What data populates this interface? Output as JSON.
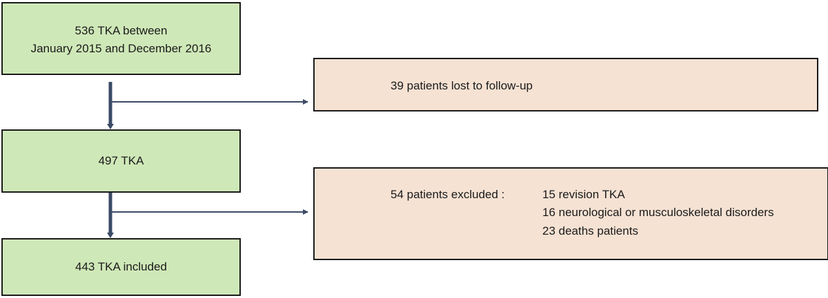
{
  "nodes": {
    "initial": {
      "line1": "536 TKA between",
      "line2": "January 2015 and December 2016"
    },
    "lost": {
      "text": "39 patients lost to follow-up"
    },
    "middle": {
      "text": "497 TKA"
    },
    "excluded": {
      "lead": "54 patients excluded :",
      "reasons": [
        "15 revision TKA",
        "16 neurological or musculoskeletal disorders",
        "23 deaths patients"
      ]
    },
    "final": {
      "text": "443 TKA included"
    }
  },
  "colors": {
    "included_fill": "#cfe8b8",
    "excluded_fill": "#f5e2d3",
    "stroke": "#1a1a1a",
    "arrow": "#3b4a66"
  }
}
